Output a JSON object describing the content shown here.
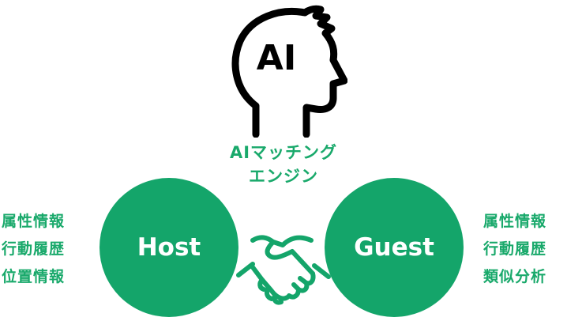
{
  "center": {
    "icon": "ai-head-icon",
    "icon_text": "AI",
    "engine_label_lines": [
      "AIマッチング",
      "エンジン"
    ]
  },
  "host": {
    "label": "Host",
    "attributes": [
      "属性情報",
      "行動履歴",
      "位置情報"
    ]
  },
  "guest": {
    "label": "Guest",
    "attributes": [
      "属性情報",
      "行動履歴",
      "類似分析"
    ]
  },
  "connector": {
    "icon": "handshake-icon"
  },
  "colors": {
    "accent": "#14a56a",
    "text_accent": "#19a96b",
    "icon_stroke": "#000000"
  }
}
